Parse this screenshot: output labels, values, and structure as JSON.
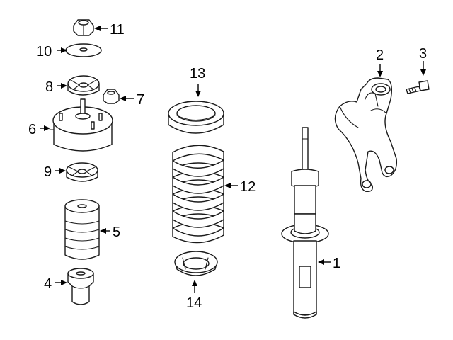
{
  "colors": {
    "line": "#1a1a1a",
    "background": "#ffffff"
  },
  "callouts": [
    {
      "part": "strut-assembly",
      "label": "1"
    },
    {
      "part": "steering-knuckle",
      "label": "2"
    },
    {
      "part": "knuckle-bolt",
      "label": "3"
    },
    {
      "part": "bump-stop",
      "label": "4"
    },
    {
      "part": "dust-boot",
      "label": "5"
    },
    {
      "part": "upper-mount",
      "label": "6"
    },
    {
      "part": "mount-nut",
      "label": "7"
    },
    {
      "part": "upper-bushing",
      "label": "8"
    },
    {
      "part": "lower-bushing",
      "label": "9"
    },
    {
      "part": "washer",
      "label": "10"
    },
    {
      "part": "top-nut",
      "label": "11"
    },
    {
      "part": "coil-spring",
      "label": "12"
    },
    {
      "part": "upper-spring-seat",
      "label": "13"
    },
    {
      "part": "lower-spring-seat",
      "label": "14"
    }
  ]
}
